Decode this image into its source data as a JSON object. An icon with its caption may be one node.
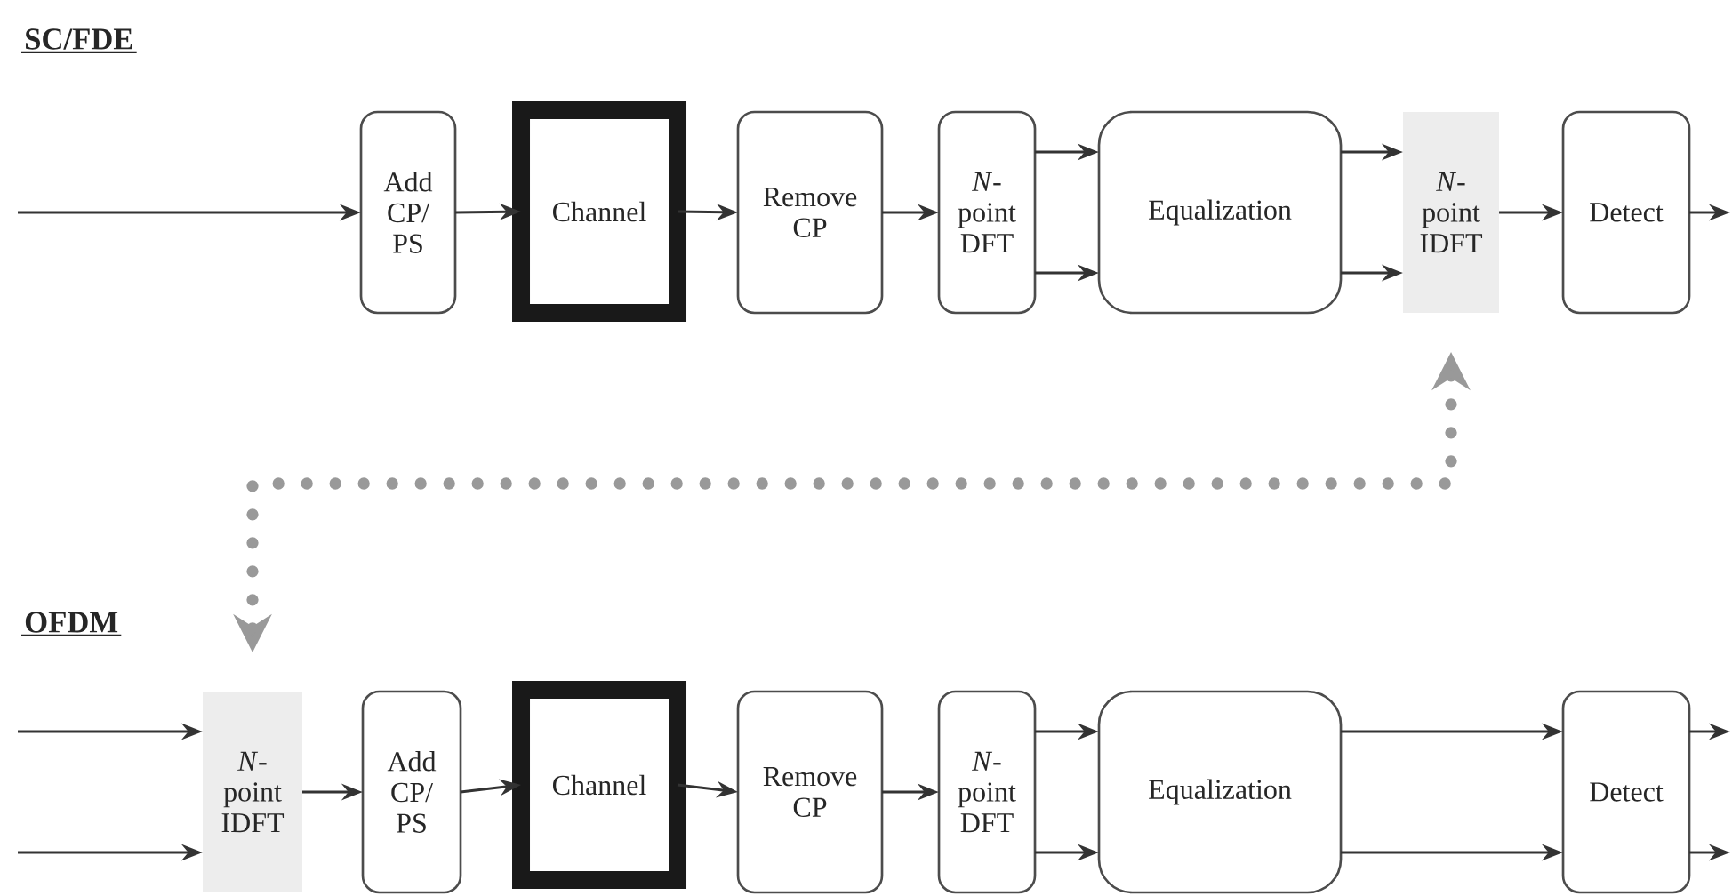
{
  "diagram": {
    "nodes": [
      {
        "text": [
          "Add CP/ PS"
        ]
      },
      {
        "text": [
          "Channel"
        ]
      },
      {
        "text": [
          "Remove CP"
        ]
      },
      {
        "text": [
          "*N*- point DFT"
        ]
      },
      {
        "text": [
          "Equalization"
        ]
      },
      {
        "text": [
          "*N*- point IDFT"
        ]
      },
      {
        "text": [
          "Detect"
        ]
      },
      {
        "text": [
          "*N*- point IDFT"
        ]
      },
      {
        "text": [
          "Add CP/ PS"
        ]
      },
      {
        "text": [
          "Channel"
        ]
      },
      {
        "text": [
          "Remove CP"
        ]
      },
      {
        "text": [
          "*N*- point DFT"
        ]
      },
      {
        "text": [
          "Equalization"
        ]
      },
      {
        "text": [
          "Detect"
        ]
      }
    ],
    "edges": [
      {
        "from": null,
        "to": 0,
        "arrow": "to"
      },
      {
        "from": 0,
        "to": 1,
        "arrow": "to"
      },
      {
        "from": 1,
        "to": 2,
        "arrow": "to"
      },
      {
        "from": 2,
        "to": 3,
        "arrow": "to"
      },
      {
        "from": 3,
        "to": 4,
        "arrow": "to"
      },
      {
        "from": 3,
        "to": 4,
        "arrow": "to"
      },
      {
        "from": 4,
        "to": 5,
        "arrow": "to"
      },
      {
        "from": 4,
        "to": 5,
        "arrow": "to"
      },
      {
        "from": 5,
        "to": 6,
        "arrow": "to"
      },
      {
        "from": 6,
        "to": null,
        "arrow": "to"
      },
      {
        "from": 5,
        "to": 7,
        "arrow": "both",
        "style": "dashed",
        "color": "#999999"
      },
      {
        "from": null,
        "to": 7,
        "arrow": "to"
      },
      {
        "from": null,
        "to": 7,
        "arrow": "to"
      },
      {
        "from": 7,
        "to": 8,
        "arrow": "to"
      },
      {
        "from": 8,
        "to": 9,
        "arrow": "to"
      },
      {
        "from": 9,
        "to": 10,
        "arrow": "to"
      },
      {
        "from": 10,
        "to": 11,
        "arrow": "to"
      },
      {
        "from": 11,
        "to": 12,
        "arrow": "to"
      },
      {
        "from": 11,
        "to": 12,
        "arrow": "to"
      },
      {
        "from": 12,
        "to": 13,
        "arrow": "to"
      },
      {
        "from": 12,
        "to": 13,
        "arrow": "to"
      },
      {
        "from": 13,
        "to": null,
        "arrow": "to"
      },
      {
        "from": 13,
        "to": null,
        "arrow": "to"
      }
    ],
    "labels": [
      "SC/FDE",
      "OFDM"
    ]
  }
}
